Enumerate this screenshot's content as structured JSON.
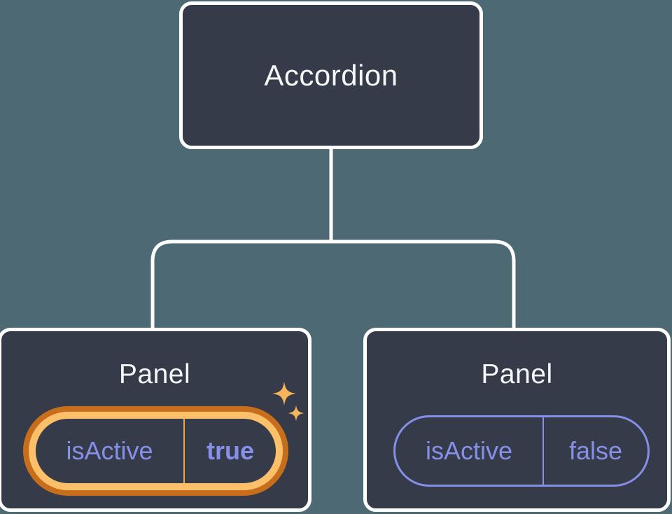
{
  "theme": {
    "background": "#4d6974",
    "node_fill": "#353b48",
    "node_border": "#ffffff",
    "connector": "#ffffff",
    "title_text": "#f6f7f9",
    "state_text": "#8790e8",
    "active_ring_outer": "#c76e1d",
    "active_ring_inner": "#fcc06a",
    "active_divider": "#eda44a",
    "sparkle": "#f6b45c"
  },
  "tree": {
    "root": {
      "label": "Accordion"
    },
    "children": [
      {
        "label": "Panel",
        "state": {
          "key": "isActive",
          "value": "true"
        },
        "highlighted": true,
        "icon": "sparkles-icon"
      },
      {
        "label": "Panel",
        "state": {
          "key": "isActive",
          "value": "false"
        },
        "highlighted": false
      }
    ]
  }
}
